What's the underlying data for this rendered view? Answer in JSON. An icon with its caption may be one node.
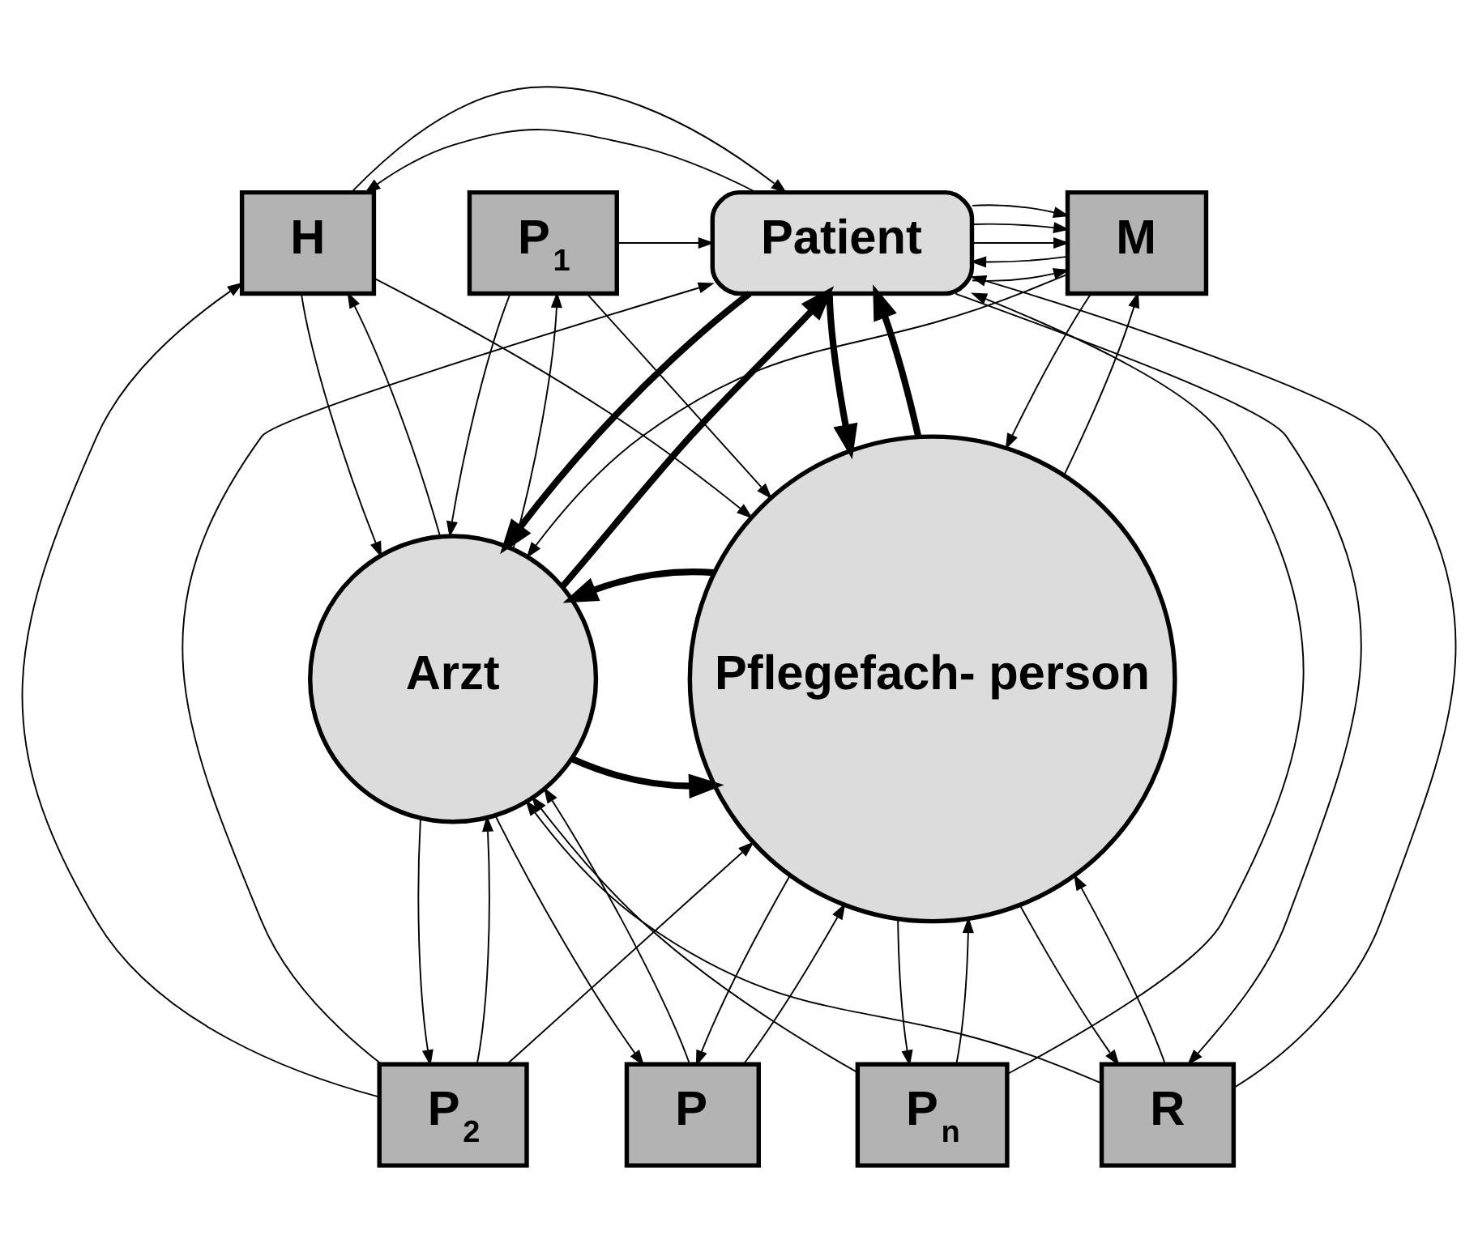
{
  "diagram": {
    "nodes": [
      {
        "text": [
          "H"
        ]
      },
      {
        "text": [
          "P$_{1}$"
        ]
      },
      {
        "text": [
          "P$_{2}$"
        ]
      },
      {
        "text": [
          "Patient"
        ]
      },
      {
        "text": [
          "M"
        ]
      },
      {
        "text": [
          "P$_{n}$"
        ]
      },
      {
        "text": [
          "R"
        ]
      },
      {
        "text": [
          "P"
        ]
      },
      {
        "text": [
          "Arzt"
        ]
      },
      {
        "text": [
          "Pflegefach- person"
        ]
      }
    ],
    "edges": [
      {
        "from": 3,
        "to": 8,
        "arrow": "to",
        "style": "thick"
      },
      {
        "from": 8,
        "to": 3,
        "arrow": "to",
        "style": "thick"
      },
      {
        "from": 8,
        "to": 9,
        "arrow": "to",
        "style": "thick"
      },
      {
        "from": 9,
        "to": 8,
        "arrow": "to",
        "style": "thick"
      },
      {
        "from": 3,
        "to": 9,
        "arrow": "to",
        "style": "thick"
      },
      {
        "from": 9,
        "to": 3,
        "arrow": "to",
        "style": "thick"
      },
      {
        "from": 3,
        "to": 4,
        "arrow": "to"
      },
      {
        "from": 4,
        "to": 3,
        "arrow": "to"
      },
      {
        "from": 3,
        "to": 4,
        "arrow": "to"
      },
      {
        "from": 3,
        "to": 4,
        "arrow": "to"
      },
      {
        "from": 3,
        "to": 4,
        "arrow": "to"
      },
      {
        "from": 6,
        "to": 3,
        "arrow": "to"
      },
      {
        "from": 3,
        "to": 6,
        "arrow": "to"
      },
      {
        "from": 6,
        "to": 9,
        "arrow": "to"
      },
      {
        "from": 9,
        "to": 6,
        "arrow": "to"
      },
      {
        "from": 4,
        "to": 9,
        "arrow": "to"
      },
      {
        "from": 9,
        "to": 4,
        "arrow": "to"
      },
      {
        "from": 4,
        "to": 8,
        "arrow": "to"
      },
      {
        "from": 6,
        "to": 8,
        "arrow": "to"
      },
      {
        "from": 0,
        "to": 8,
        "arrow": "to"
      },
      {
        "from": 8,
        "to": 0,
        "arrow": "to"
      },
      {
        "from": 0,
        "to": 9,
        "arrow": "to"
      },
      {
        "from": 3,
        "to": 0,
        "arrow": "to"
      },
      {
        "from": 0,
        "to": 3,
        "arrow": "to"
      },
      {
        "from": 1,
        "to": 3,
        "arrow": "to"
      },
      {
        "from": 1,
        "to": 8,
        "arrow": "to"
      },
      {
        "from": 8,
        "to": 1,
        "arrow": "to"
      },
      {
        "from": 1,
        "to": 9,
        "arrow": "to"
      },
      {
        "from": 2,
        "to": 0,
        "arrow": "to"
      },
      {
        "from": 2,
        "to": 3,
        "arrow": "to"
      },
      {
        "from": 2,
        "to": 8,
        "arrow": "to"
      },
      {
        "from": 8,
        "to": 2,
        "arrow": "to"
      },
      {
        "from": 2,
        "to": 9,
        "arrow": "to"
      },
      {
        "from": 5,
        "to": 3,
        "arrow": "to"
      },
      {
        "from": 5,
        "to": 8,
        "arrow": "to"
      },
      {
        "from": 5,
        "to": 9,
        "arrow": "to"
      },
      {
        "from": 9,
        "to": 5,
        "arrow": "to"
      },
      {
        "from": 7,
        "to": 8,
        "arrow": "to"
      },
      {
        "from": 8,
        "to": 7,
        "arrow": "to"
      },
      {
        "from": 7,
        "to": 9,
        "arrow": "to"
      },
      {
        "from": 9,
        "to": 7,
        "arrow": "to"
      }
    ]
  }
}
